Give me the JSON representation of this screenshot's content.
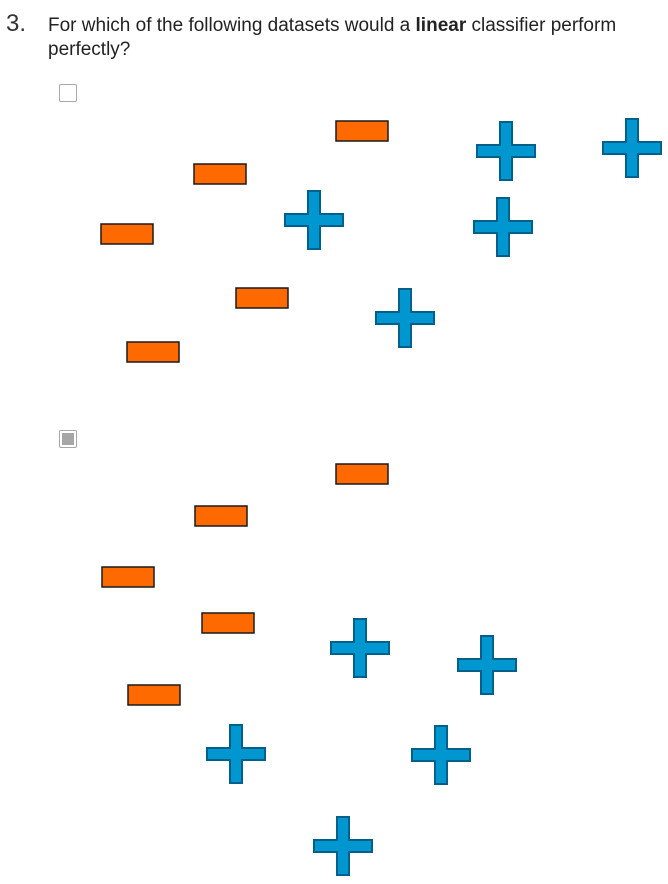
{
  "question": {
    "number": "3.",
    "text_before": "For which of the following datasets would a ",
    "text_bold": "linear",
    "text_after": " classifier perform perfectly?"
  },
  "colors": {
    "minus_fill": "#ff6a00",
    "minus_stroke": "#1a1a1a",
    "plus_fill": "#0096d0",
    "plus_stroke": "#00608c"
  },
  "options": [
    {
      "id": "option-1",
      "checked": false,
      "dataset": {
        "negative_count": 5,
        "positive_count": 5
      }
    },
    {
      "id": "option-2",
      "checked": true,
      "dataset": {
        "negative_count": 5,
        "positive_count": 5
      }
    }
  ]
}
